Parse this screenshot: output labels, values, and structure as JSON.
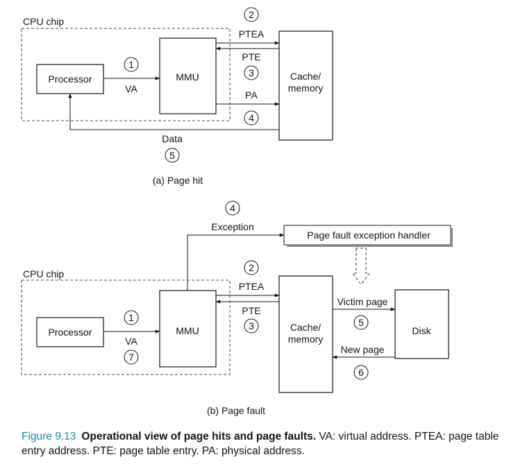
{
  "panel_a": {
    "chip_label": "CPU chip",
    "processor": "Processor",
    "mmu": "MMU",
    "cache": [
      "Cache/",
      "memory"
    ],
    "labels": {
      "va": "VA",
      "ptea": "PTEA",
      "pte": "PTE",
      "pa": "PA",
      "data": "Data"
    },
    "steps": {
      "s1": "1",
      "s2": "2",
      "s3": "3",
      "s4": "4",
      "s5": "5"
    },
    "subcaption": "(a) Page hit"
  },
  "panel_b": {
    "chip_label": "CPU chip",
    "processor": "Processor",
    "mmu": "MMU",
    "cache": [
      "Cache/",
      "memory"
    ],
    "disk": "Disk",
    "handler": "Page fault exception handler",
    "labels": {
      "exception": "Exception",
      "va": "VA",
      "ptea": "PTEA",
      "pte": "PTE",
      "victim": "Victim page",
      "new_page": "New page"
    },
    "steps": {
      "s1": "1",
      "s2": "2",
      "s3": "3",
      "s4": "4",
      "s5": "5",
      "s6": "6",
      "s7": "7"
    },
    "subcaption": "(b) Page fault"
  },
  "caption": {
    "number": "Figure 9.13",
    "title": "Operational view of page hits and page faults.",
    "body": "VA: virtual address. PTEA: page table entry address. PTE: page table entry. PA: physical address."
  }
}
